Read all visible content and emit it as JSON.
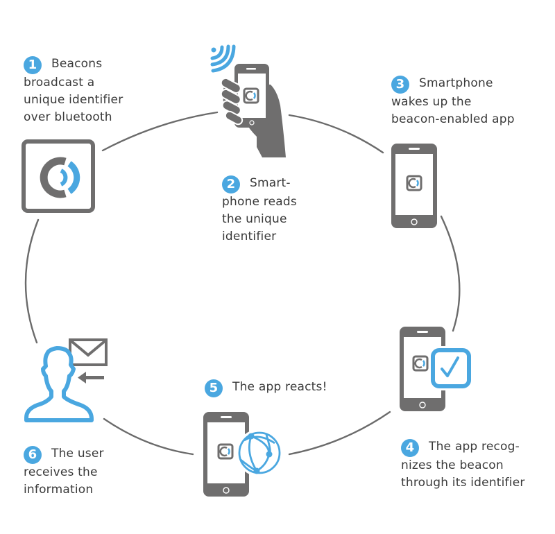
{
  "colors": {
    "accent": "#4aa7e0",
    "icon_gray": "#6f6e6e",
    "connector": "#6b6b6b",
    "text": "#3a3a3a"
  },
  "steps": [
    {
      "number": "1",
      "lines": [
        "Beacons",
        "broadcast a",
        "unique identifier",
        "over bluetooth"
      ],
      "icon": "beacon-icon"
    },
    {
      "number": "2",
      "lines": [
        "Smart-",
        "phone reads",
        "the unique",
        "identifier"
      ],
      "icon": "hand-holding-phone-icon"
    },
    {
      "number": "3",
      "lines": [
        "Smartphone",
        "wakes up the",
        "beacon-enabled app"
      ],
      "icon": "smartphone-icon"
    },
    {
      "number": "4",
      "lines": [
        "The app recog-",
        "nizes the beacon",
        "through its identifier"
      ],
      "icon": "smartphone-checkmark-icon"
    },
    {
      "number": "5",
      "lines": [
        "The app reacts!"
      ],
      "icon": "smartphone-network-globe-icon"
    },
    {
      "number": "6",
      "lines": [
        "The user",
        "receives the",
        "information"
      ],
      "icon": "user-receives-mail-icon"
    }
  ]
}
